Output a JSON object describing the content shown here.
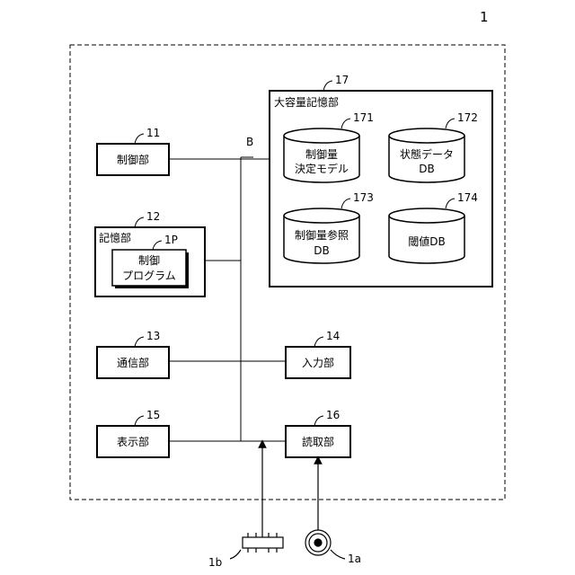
{
  "figure_number": "1",
  "bus_label": "B",
  "blocks": {
    "control_unit": {
      "ref": "11",
      "label": "制御部"
    },
    "storage_unit": {
      "ref": "12",
      "label": "記憶部"
    },
    "control_program": {
      "ref": "1P",
      "line1": "制御",
      "line2": "プログラム"
    },
    "comm_unit": {
      "ref": "13",
      "label": "通信部"
    },
    "input_unit": {
      "ref": "14",
      "label": "入力部"
    },
    "display_unit": {
      "ref": "15",
      "label": "表示部"
    },
    "reader_unit": {
      "ref": "16",
      "label": "読取部"
    },
    "mass_storage": {
      "ref": "17",
      "label": "大容量記憶部"
    }
  },
  "databases": [
    {
      "ref": "171",
      "line1": "制御量",
      "line2": "決定モデル"
    },
    {
      "ref": "172",
      "line1": "状態データ",
      "line2": "DB"
    },
    {
      "ref": "173",
      "line1": "制御量参照",
      "line2": "DB"
    },
    {
      "ref": "174",
      "line1": "閾値DB",
      "line2": ""
    }
  ],
  "external": {
    "usb": {
      "ref": "1b"
    },
    "disc": {
      "ref": "1a"
    }
  }
}
